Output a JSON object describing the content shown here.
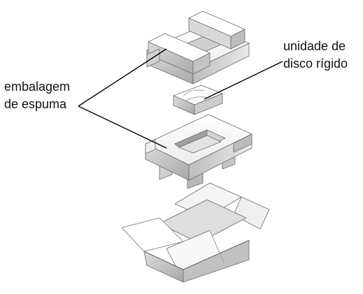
{
  "labels": {
    "foam_line1": "embalagem",
    "foam_line2": "de espuma",
    "hdd_line1": "unidade de",
    "hdd_line2": "disco rígido"
  },
  "colors": {
    "line": "#000000",
    "stroke": "#6b6b6b",
    "light": "#f7f7f7",
    "mid": "#e6e6e6",
    "dark": "#c8c8c8",
    "darker": "#b0b0b0"
  },
  "parts": [
    "top-foam-insert",
    "hard-drive",
    "bottom-foam-insert",
    "shipping-box"
  ]
}
